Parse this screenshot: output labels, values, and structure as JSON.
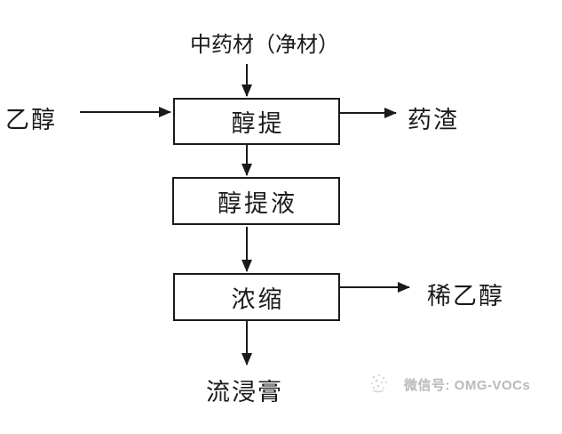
{
  "diagram": {
    "title": "中药材（净材）",
    "nodes": {
      "extraction": "醇提",
      "extract_liquid": "醇提液",
      "concentration": "浓缩"
    },
    "side_labels": {
      "ethanol_in": "乙醇",
      "dregs_out": "药渣",
      "dilute_ethanol_out": "稀乙醇",
      "fluid_extract_out": "流浸膏"
    },
    "watermark": {
      "text": "微信号: OMG-VOCs"
    },
    "colors": {
      "line": "#1a1a1a",
      "box_fill": "#ffffff",
      "watermark": "#b9b9b9",
      "background": "#ffffff"
    }
  }
}
